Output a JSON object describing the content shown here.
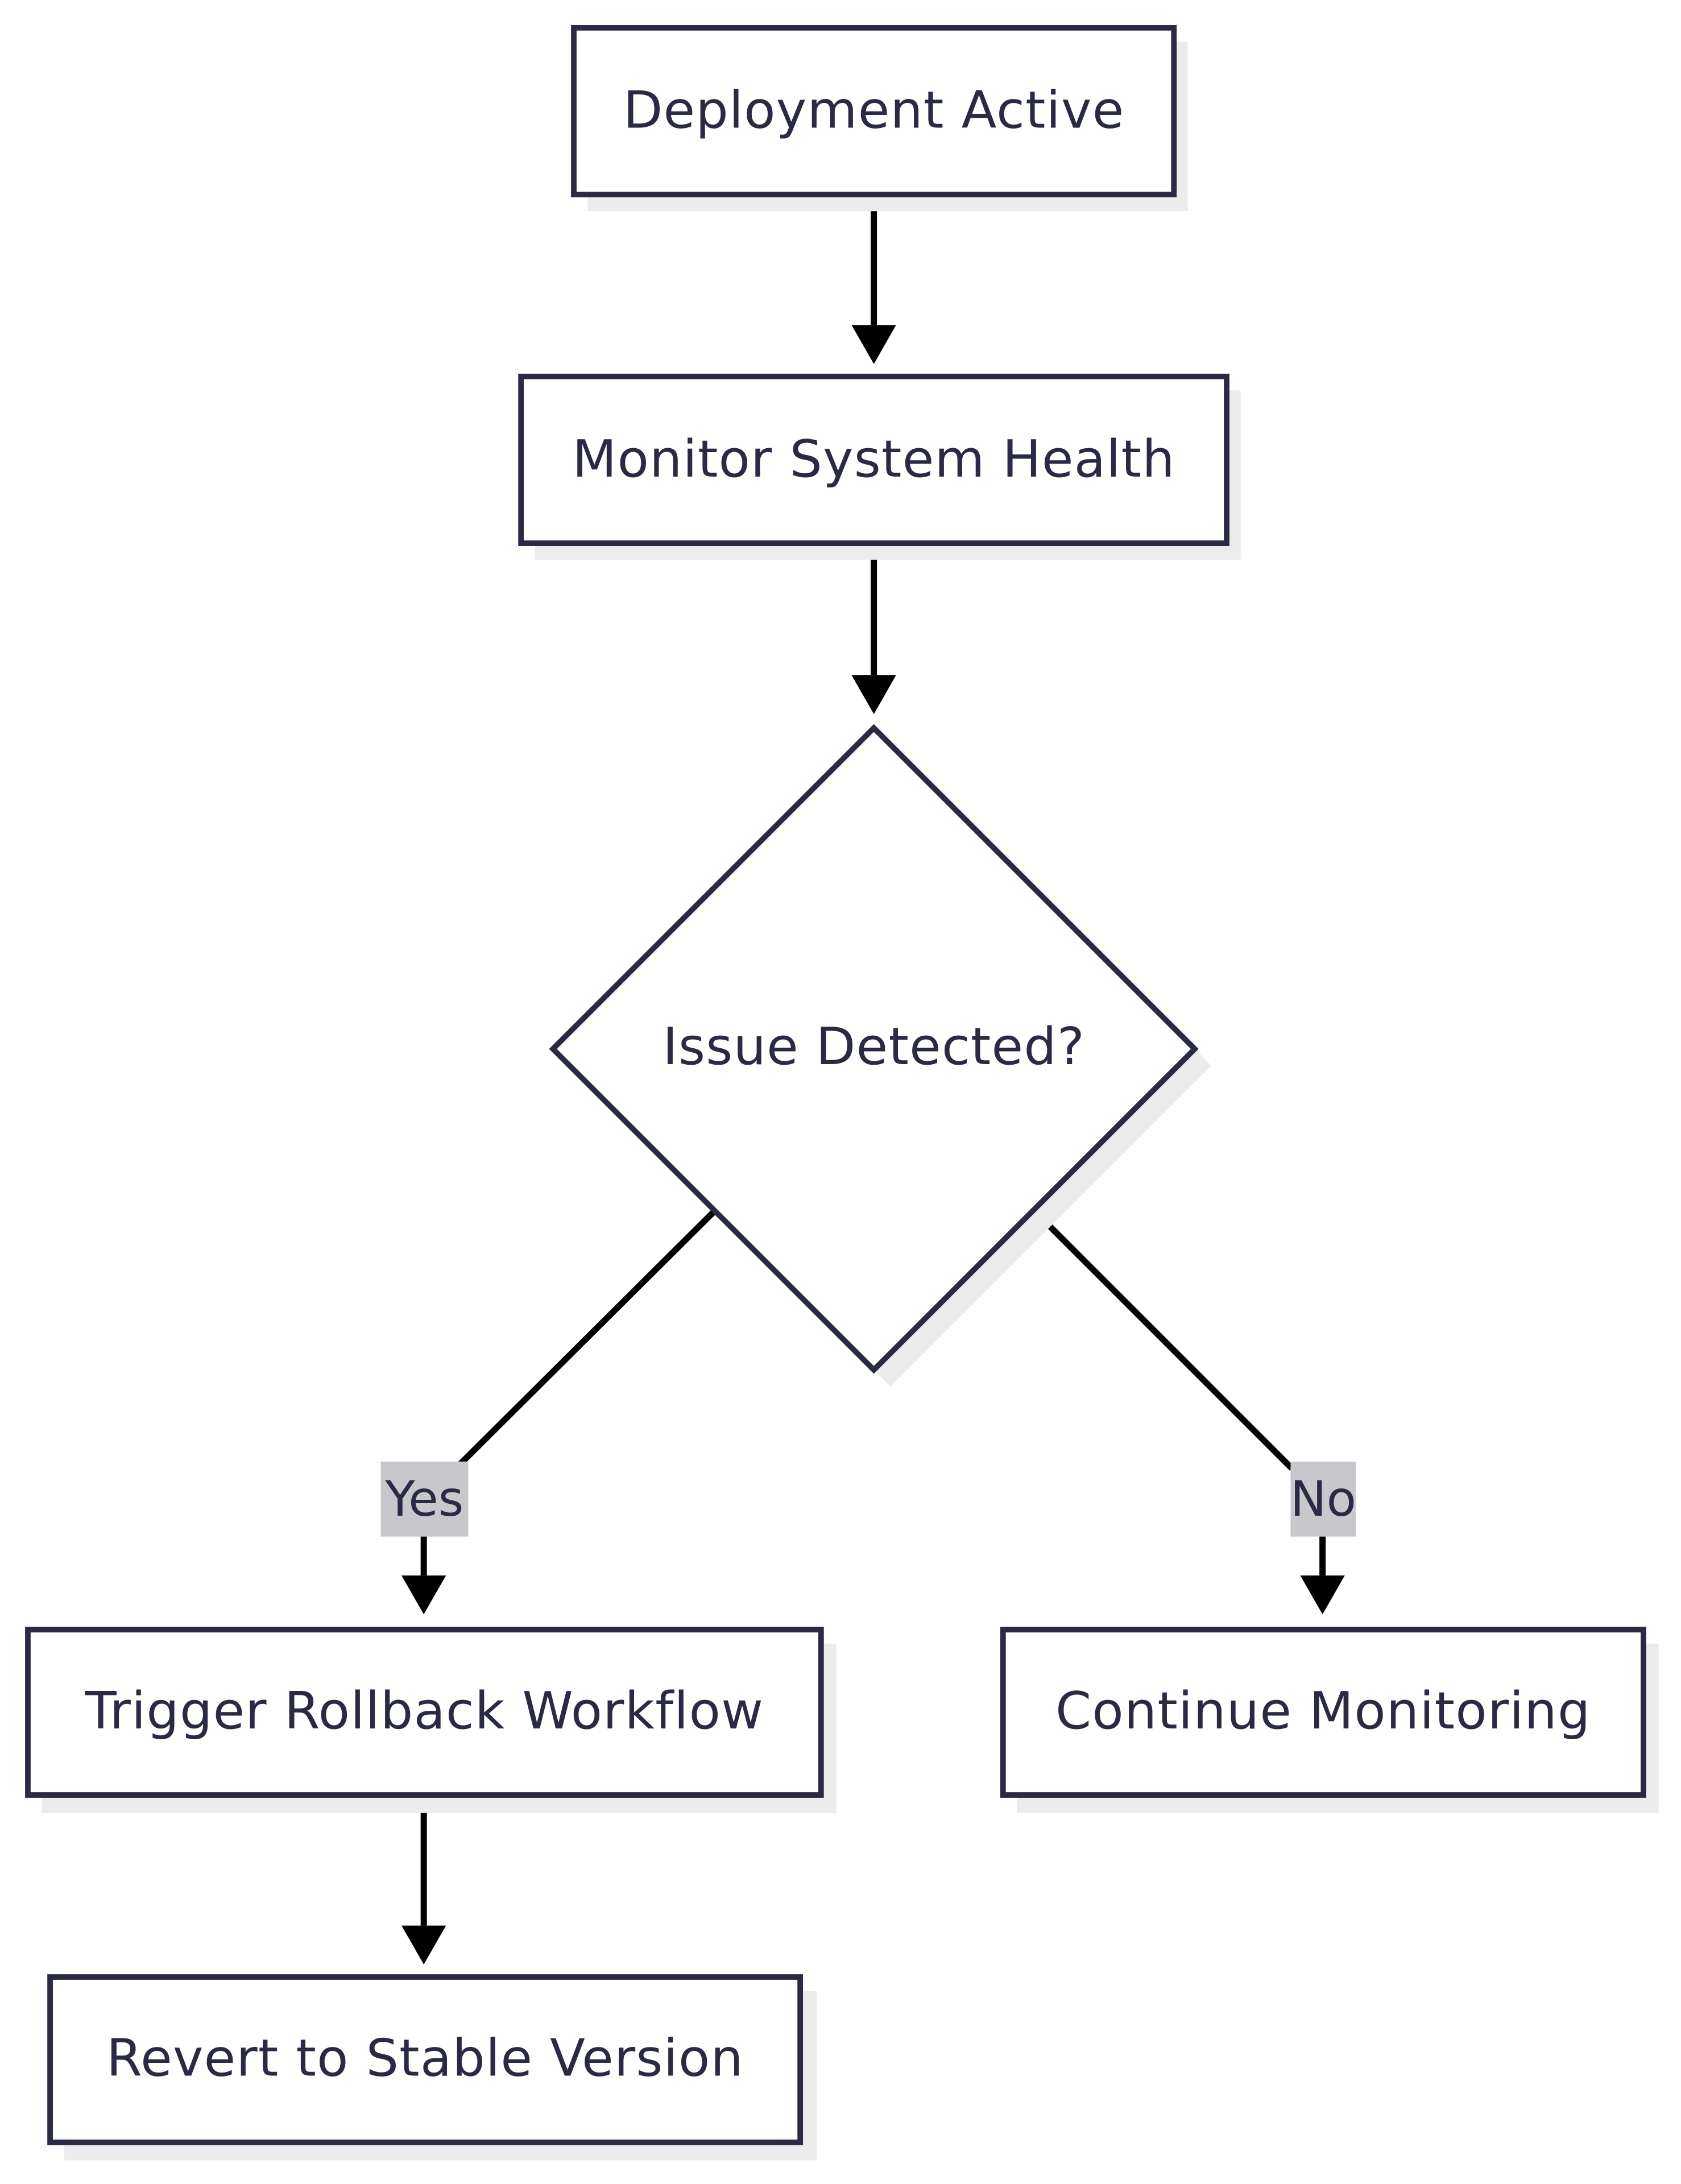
{
  "diagram": {
    "nodes": {
      "deployment_active": "Deployment Active",
      "monitor_health": "Monitor System Health",
      "issue_detected": "Issue Detected?",
      "trigger_rollback": "Trigger Rollback Workflow",
      "continue_monitoring": "Continue Monitoring",
      "revert_stable": "Revert to Stable Version"
    },
    "edges": {
      "yes_label": "Yes",
      "no_label": "No"
    },
    "colors": {
      "stroke": "#2a2a45",
      "text": "#2a2a45",
      "node_fill": "#ffffff",
      "shadow": "#ececec",
      "edge": "#000000",
      "edge_label_bg": "#c8c8cc"
    }
  }
}
